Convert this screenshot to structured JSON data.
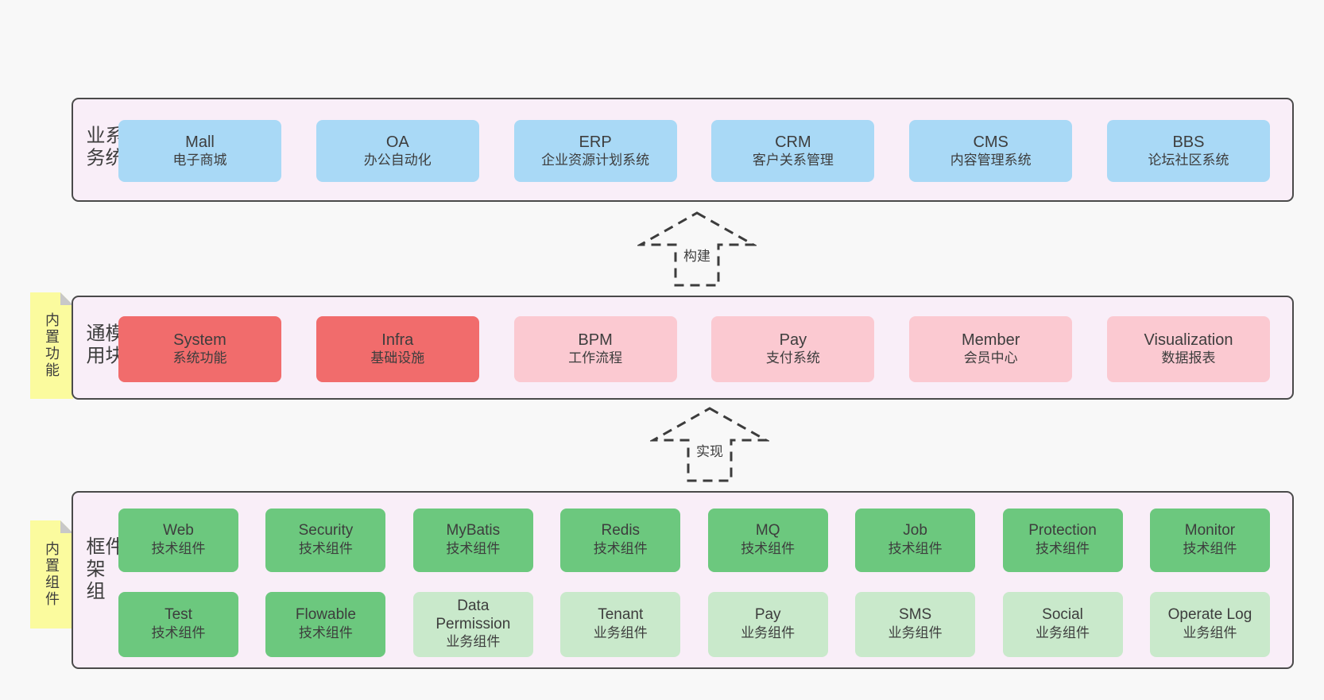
{
  "colors": {
    "page_bg": "#f8f8f8",
    "container_bg": "#f9eef8",
    "container_border": "#4a4a4a",
    "blue": "#a9d9f6",
    "red": "#f16c6c",
    "pink": "#fbc9d1",
    "green": "#6cc87e",
    "light_green": "#c9e9cb",
    "note_yellow": "#fbfb9e",
    "note_fold": "#c8c8c8",
    "text": "#3d3d3d"
  },
  "arrows": [
    {
      "label": "构建"
    },
    {
      "label": "实现"
    }
  ],
  "layers": {
    "business": {
      "label": "业务系统",
      "boxes": [
        {
          "name": "Mall",
          "subtitle": "电子商城",
          "color": "blue"
        },
        {
          "name": "OA",
          "subtitle": "办公自动化",
          "color": "blue"
        },
        {
          "name": "ERP",
          "subtitle": "企业资源计划系统",
          "color": "blue"
        },
        {
          "name": "CRM",
          "subtitle": "客户关系管理",
          "color": "blue"
        },
        {
          "name": "CMS",
          "subtitle": "内容管理系统",
          "color": "blue"
        },
        {
          "name": "BBS",
          "subtitle": "论坛社区系统",
          "color": "blue"
        }
      ]
    },
    "modules": {
      "label": "通用模块",
      "note": "内置功能",
      "boxes": [
        {
          "name": "System",
          "subtitle": "系统功能",
          "color": "red"
        },
        {
          "name": "Infra",
          "subtitle": "基础设施",
          "color": "red"
        },
        {
          "name": "BPM",
          "subtitle": "工作流程",
          "color": "pink"
        },
        {
          "name": "Pay",
          "subtitle": "支付系统",
          "color": "pink"
        },
        {
          "name": "Member",
          "subtitle": "会员中心",
          "color": "pink"
        },
        {
          "name": "Visualization",
          "subtitle": "数据报表",
          "color": "pink"
        }
      ]
    },
    "components": {
      "label": "框架组件",
      "note": "内置组件",
      "row1": [
        {
          "name": "Web",
          "subtitle": "技术组件",
          "color": "green"
        },
        {
          "name": "Security",
          "subtitle": "技术组件",
          "color": "green"
        },
        {
          "name": "MyBatis",
          "subtitle": "技术组件",
          "color": "green"
        },
        {
          "name": "Redis",
          "subtitle": "技术组件",
          "color": "green"
        },
        {
          "name": "MQ",
          "subtitle": "技术组件",
          "color": "green"
        },
        {
          "name": "Job",
          "subtitle": "技术组件",
          "color": "green"
        },
        {
          "name": "Protection",
          "subtitle": "技术组件",
          "color": "green"
        },
        {
          "name": "Monitor",
          "subtitle": "技术组件",
          "color": "green"
        }
      ],
      "row2": [
        {
          "name": "Test",
          "subtitle": "技术组件",
          "color": "green"
        },
        {
          "name": "Flowable",
          "subtitle": "技术组件",
          "color": "green"
        },
        {
          "name": "Data Permission",
          "subtitle": "业务组件",
          "color": "light_green"
        },
        {
          "name": "Tenant",
          "subtitle": "业务组件",
          "color": "light_green"
        },
        {
          "name": "Pay",
          "subtitle": "业务组件",
          "color": "light_green"
        },
        {
          "name": "SMS",
          "subtitle": "业务组件",
          "color": "light_green"
        },
        {
          "name": "Social",
          "subtitle": "业务组件",
          "color": "light_green"
        },
        {
          "name": "Operate Log",
          "subtitle": "业务组件",
          "color": "light_green"
        }
      ]
    }
  }
}
